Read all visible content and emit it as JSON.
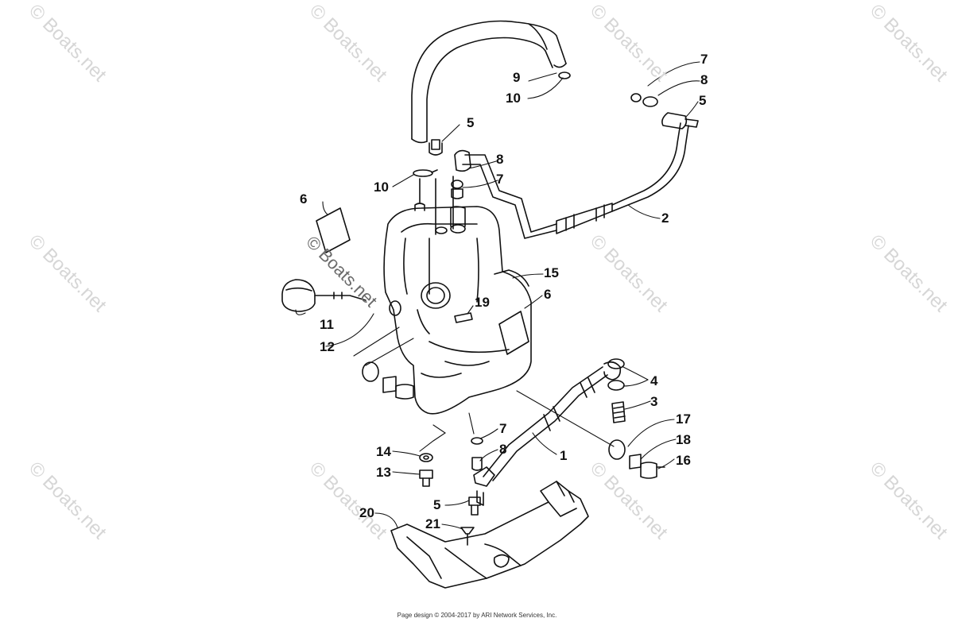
{
  "watermark": "© Boats.net",
  "callouts": {
    "c9": "9",
    "c10a": "10",
    "c7a": "7",
    "c8a": "8",
    "c5a": "5",
    "c5b": "5",
    "c8b": "8",
    "c10b": "10",
    "c7b": "7",
    "c6a": "6",
    "c2": "2",
    "c15": "15",
    "c6b": "6",
    "c19": "19",
    "c11": "11",
    "c12": "12",
    "c4": "4",
    "c3": "3",
    "c17": "17",
    "c18": "18",
    "c16": "16",
    "c7c": "7",
    "c8c": "8",
    "c1": "1",
    "c14": "14",
    "c13": "13",
    "c5c": "5",
    "c20": "20",
    "c21": "21"
  },
  "footer": "Page design © 2004-2017 by ARI Network Services, Inc."
}
